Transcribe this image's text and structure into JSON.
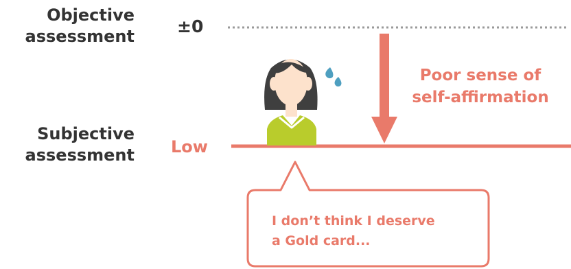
{
  "diagram": {
    "objective_assessment": [
      "Objective",
      "assessment"
    ],
    "subjective_assessment": [
      "Subjective",
      "assessment"
    ],
    "zero_level": "±0",
    "low_level": "Low",
    "effect_label": [
      "Poor sense of",
      "self-affirmation"
    ],
    "speech_bubble": [
      "I don’t think I deserve",
      "a Gold card..."
    ],
    "colors": {
      "accent": "#e97a6a",
      "text": "#333333",
      "dotted_line": "#9a9a9a",
      "shirt": "#b9cc2c",
      "hair": "#3f3f3f",
      "skin": "#fde2cc",
      "sweat_drop": "#4e9fc0"
    },
    "icons": {
      "person": "woman-avatar-icon",
      "sweat": "sweat-drop-icon",
      "arrow": "down-arrow-icon"
    }
  }
}
